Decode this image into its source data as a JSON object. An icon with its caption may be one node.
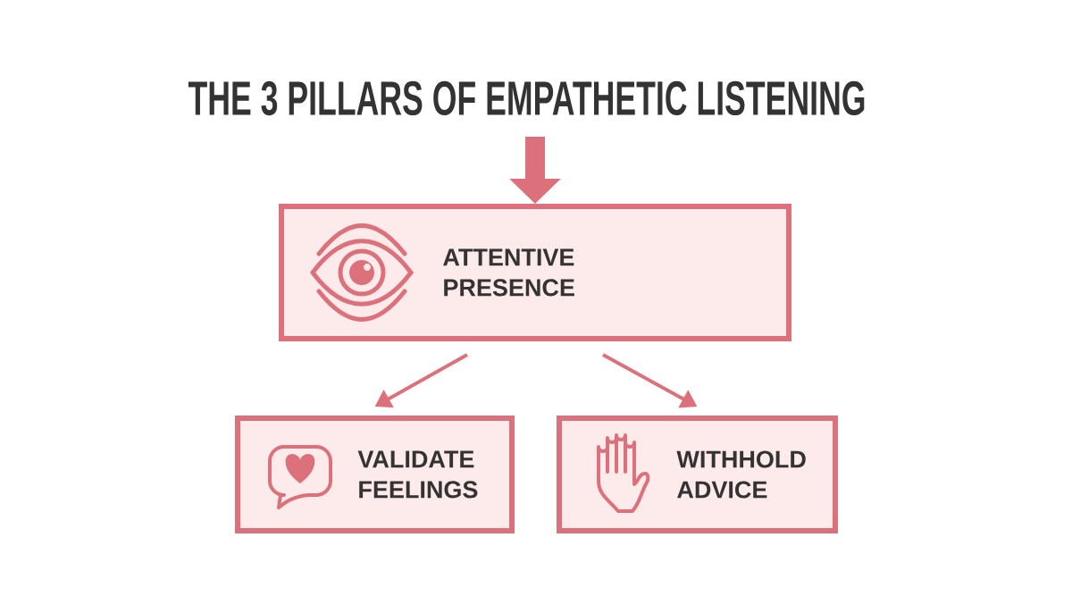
{
  "diagram": {
    "title": "THE 3 PILLARS OF EMPATHETIC LISTENING",
    "nodes": [
      {
        "text": [
          "ATTENTIVE PRESENCE"
        ]
      },
      {
        "text": [
          "VALIDATE FEELINGS"
        ]
      },
      {
        "text": [
          "WITHHOLD ADVICE"
        ]
      }
    ],
    "edges": [
      {
        "from": null,
        "to": 0,
        "arrow": "to",
        "style": "thick"
      },
      {
        "from": 0,
        "to": 1,
        "arrow": "to"
      },
      {
        "from": 0,
        "to": 2,
        "arrow": "to"
      }
    ]
  }
}
